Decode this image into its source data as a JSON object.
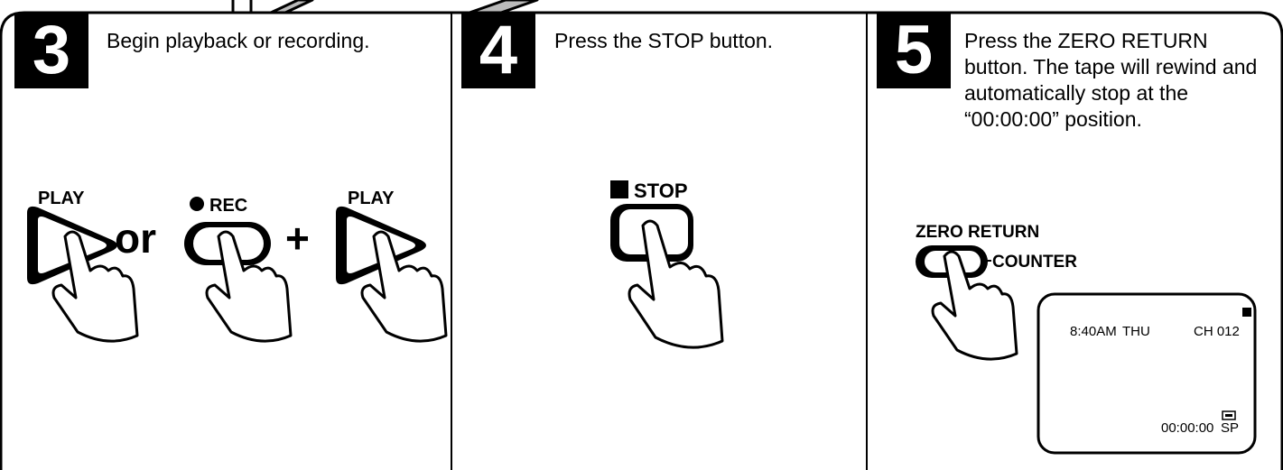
{
  "steps": [
    {
      "number": "3",
      "text": "Begin playback or recording.",
      "labels": {
        "play1": "PLAY",
        "or": "or",
        "rec": "REC",
        "plus": "+",
        "play2": "PLAY"
      }
    },
    {
      "number": "4",
      "text": "Press the STOP button.",
      "labels": {
        "stop": "STOP"
      }
    },
    {
      "number": "5",
      "text": "Press the ZERO RETURN button. The tape will rewind and automatically stop at the “00:00:00” position.",
      "labels": {
        "zero_return": "ZERO RETURN",
        "counter": "COUNTER"
      },
      "display": {
        "time": "8:40AM",
        "day": "THU",
        "channel": "CH 012",
        "counter": "00:00:00",
        "speed": "SP"
      }
    }
  ],
  "icons": {
    "rec_dot": "filled-circle",
    "stop_square": "filled-square",
    "cassette": "cassette-icon"
  }
}
